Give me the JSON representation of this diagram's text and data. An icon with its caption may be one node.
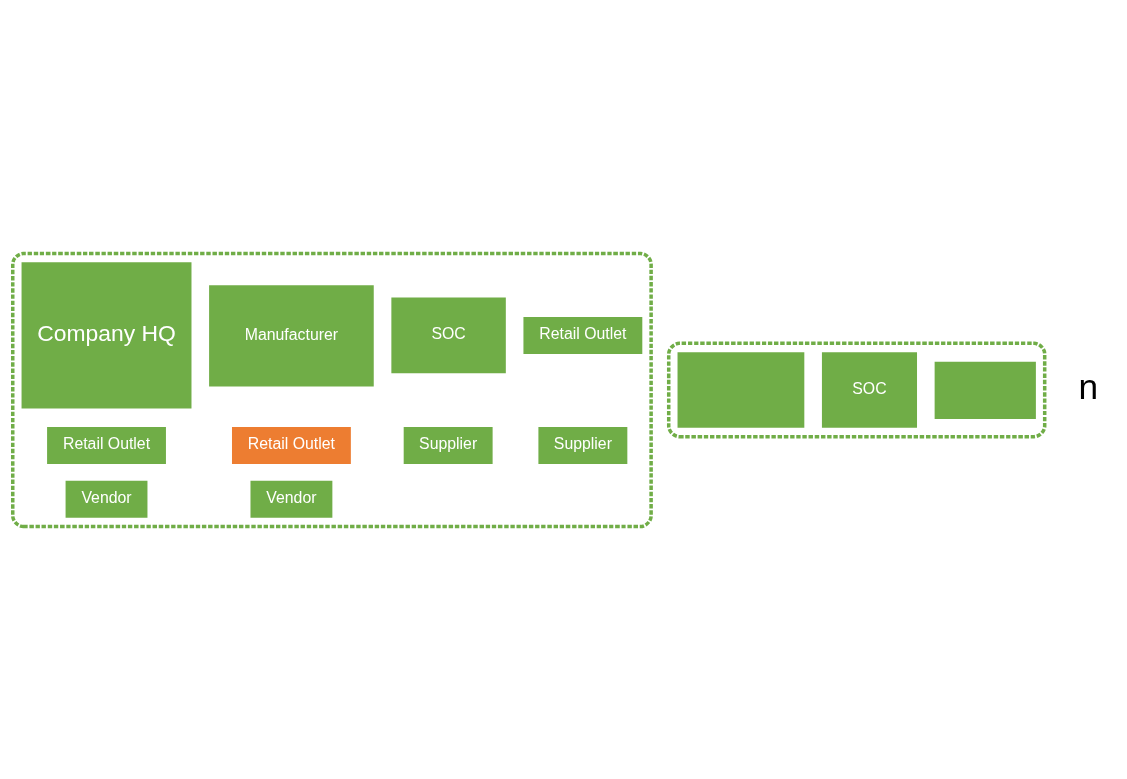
{
  "diagram": {
    "nodes": [
      {
        "text": [],
        "shape": "cloud"
      },
      {
        "text": [
          "Vendor"
        ],
        "in": 0
      },
      {
        "text": [
          "Vendor"
        ],
        "in": 0
      },
      {
        "text": [
          "Manufacturer"
        ],
        "in": 0
      },
      {
        "text": [
          "SOC"
        ],
        "in": 0
      },
      {
        "text": [
          "Company HQ"
        ],
        "in": 0
      },
      {
        "text": [
          "Retail Outlet"
        ],
        "in": 0
      },
      {
        "text": [
          "Retail Outlet"
        ],
        "in": 0
      },
      {
        "text": [
          "Supplier"
        ],
        "in": 0
      },
      {
        "text": [
          "Retail Outlet"
        ],
        "in": 0
      },
      {
        "text": [
          "Supplier"
        ],
        "in": 0
      },
      {
        "text": [],
        "shape": "cloud"
      },
      {
        "text": [
          "SOC"
        ],
        "in": 11
      },
      {
        "text": [],
        "shape": "box",
        "in": 11
      },
      {
        "text": [],
        "shape": "box",
        "in": 11
      }
    ],
    "edges": [],
    "labels": [
      "n"
    ]
  }
}
